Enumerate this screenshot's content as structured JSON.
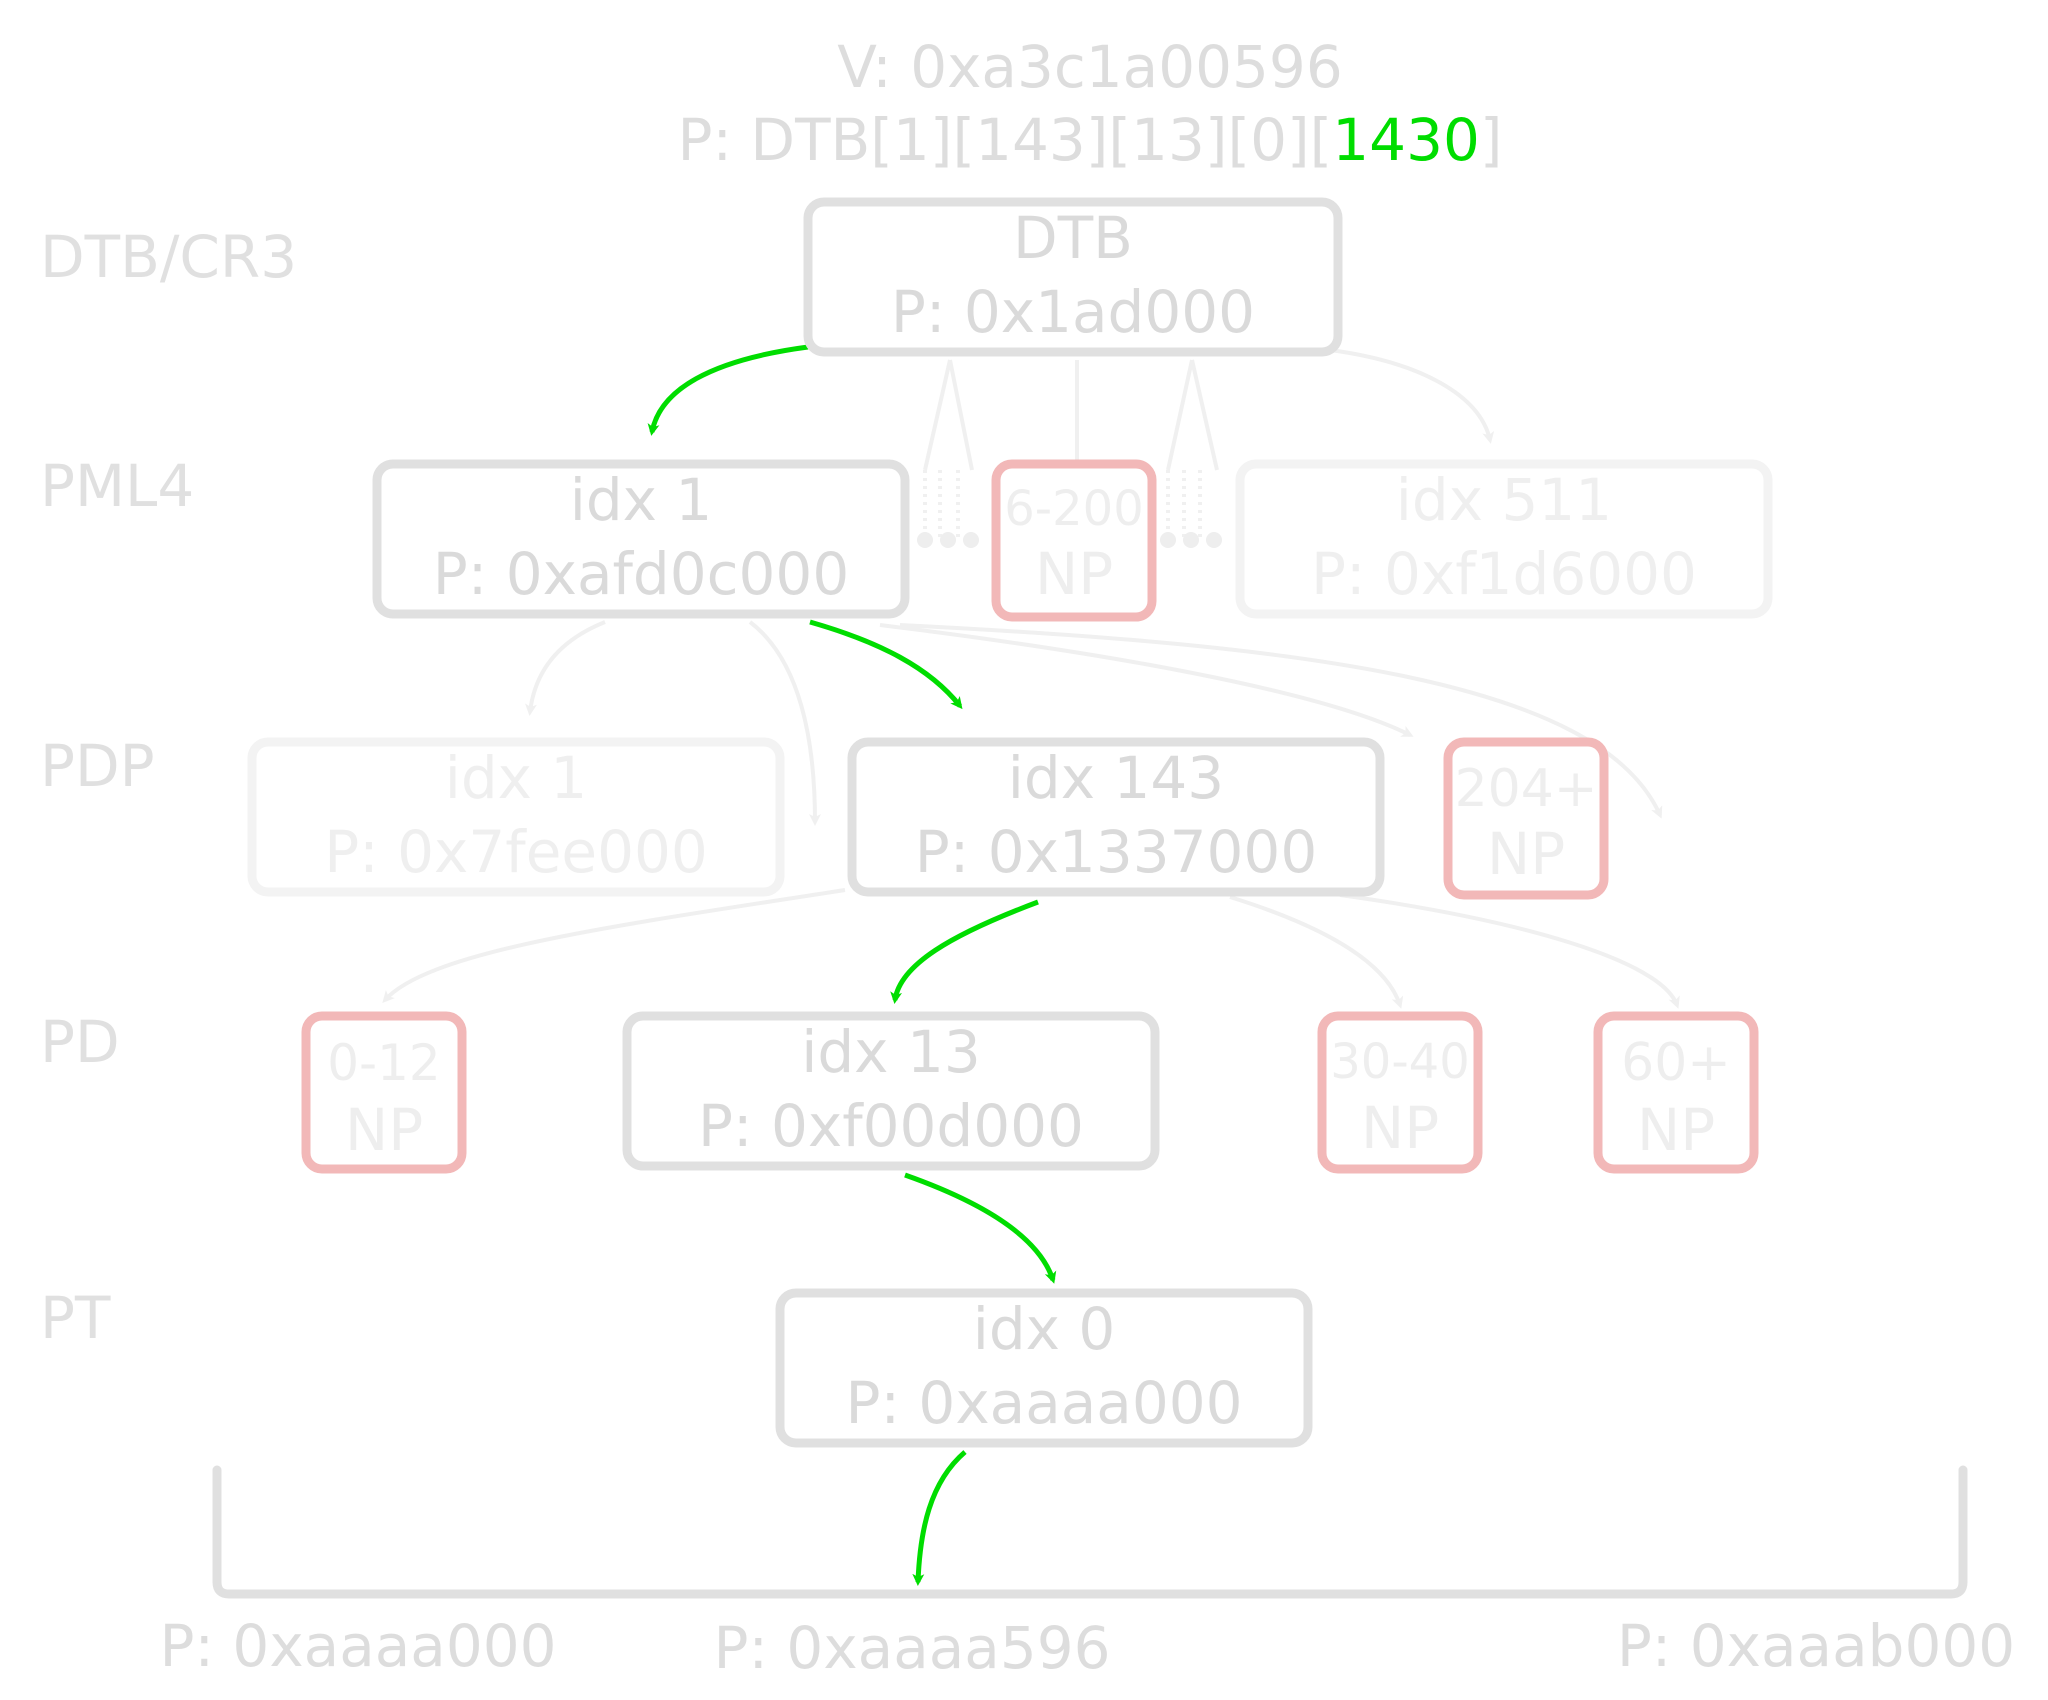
{
  "header": {
    "virtual_address": "V: 0xa3c1a00596",
    "physical_prefix": "P: DTB[1][143][13][0][",
    "physical_offset": "1430",
    "physical_suffix": "]"
  },
  "levels": {
    "dtb": "DTB/CR3",
    "pml4": "PML4",
    "pdp": "PDP",
    "pd": "PD",
    "pt": "PT"
  },
  "dtb_node": {
    "title": "DTB",
    "address": "P: 0x1ad000"
  },
  "pml4": {
    "selected": {
      "title": "idx 1",
      "address": "P: 0xafd0c000"
    },
    "np": {
      "range": "6-200",
      "label": "NP"
    },
    "other": {
      "title": "idx 511",
      "address": "P: 0xf1d6000"
    }
  },
  "pdp": {
    "other": {
      "title": "idx 1",
      "address": "P: 0x7fee000"
    },
    "selected": {
      "title": "idx 143",
      "address": "P: 0x1337000"
    },
    "np": {
      "range": "204+",
      "label": "NP"
    }
  },
  "pd": {
    "np_left": {
      "range": "0-12",
      "label": "NP"
    },
    "selected": {
      "title": "idx 13",
      "address": "P: 0xf00d000"
    },
    "np_mid": {
      "range": "30-40",
      "label": "NP"
    },
    "np_right": {
      "range": "60+",
      "label": "NP"
    }
  },
  "pt": {
    "selected": {
      "title": "idx 0",
      "address": "P: 0xaaaa000"
    }
  },
  "page": {
    "start": "P: 0xaaaa000",
    "target": "P: 0xaaaa596",
    "end": "P: 0xaaab000"
  },
  "colors": {
    "highlight": "#00dd00",
    "node_border": "#e0e0e0",
    "node_text": "#d9d9d9",
    "faded": "#f2f2f2",
    "np_border": "#f2b8b8"
  }
}
